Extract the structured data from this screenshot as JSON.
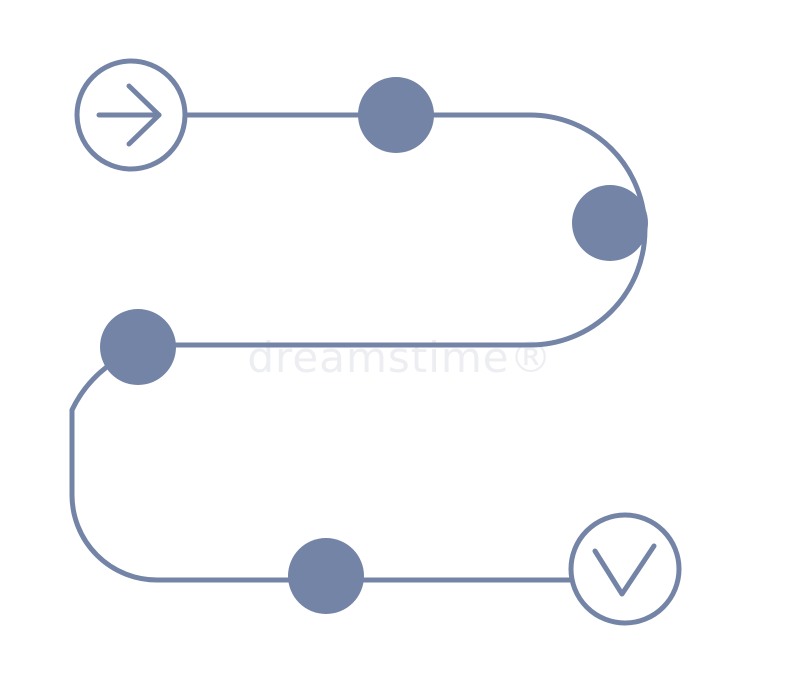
{
  "colors": {
    "background": "#ffffff",
    "path": "#7484a6",
    "node": "#7484a6",
    "endpoint_fill": "#ffffff",
    "watermark": "#eceef2"
  },
  "watermark": {
    "text": "dreamstime®"
  },
  "nodes": {
    "start": {
      "icon": "arrow-right-icon"
    },
    "steps": [
      {
        "name": "step-node-1"
      },
      {
        "name": "step-node-2"
      },
      {
        "name": "step-node-3"
      },
      {
        "name": "step-node-4"
      }
    ],
    "end": {
      "icon": "checkmark-icon"
    }
  }
}
